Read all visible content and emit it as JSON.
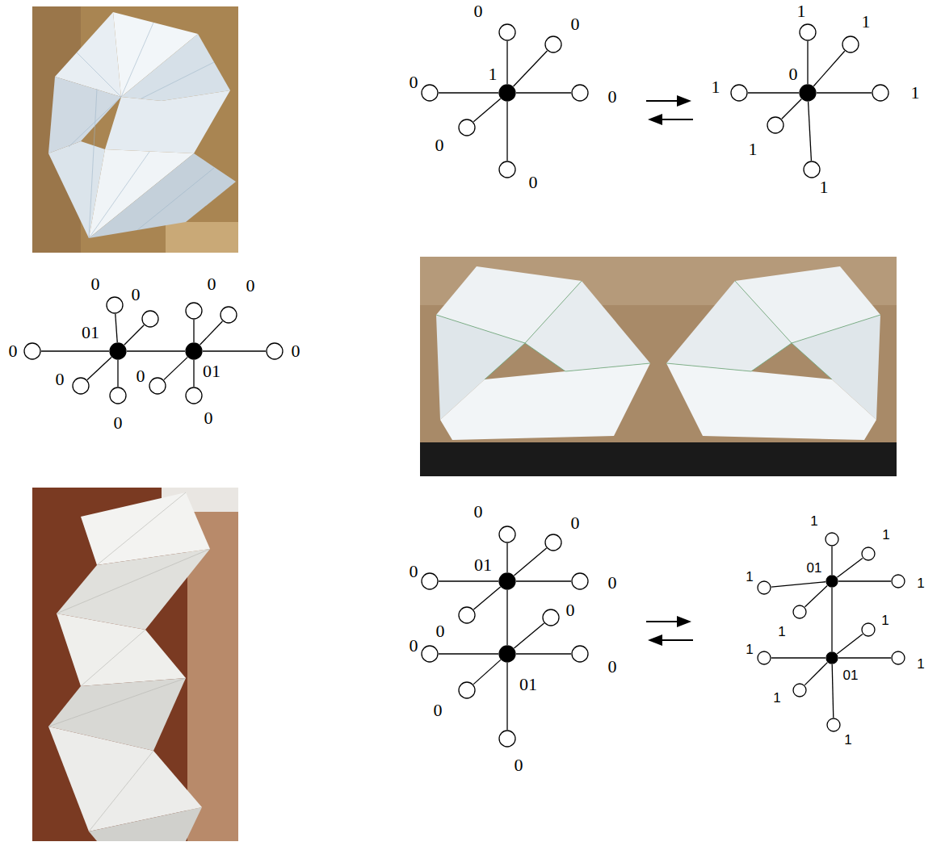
{
  "diagram": {
    "nodes": [
      {
        "text": [
          "1"
        ]
      },
      {
        "text": [
          "0"
        ]
      },
      {
        "text": [
          "0"
        ]
      },
      {
        "text": [
          "0"
        ]
      },
      {
        "text": [
          "0"
        ]
      },
      {
        "text": [
          "0"
        ]
      },
      {
        "text": [
          "0"
        ]
      },
      {
        "text": [
          "0"
        ]
      },
      {
        "text": [
          "1"
        ]
      },
      {
        "text": [
          "1"
        ]
      },
      {
        "text": [
          "1"
        ]
      },
      {
        "text": [
          "1"
        ]
      },
      {
        "text": [
          "1"
        ]
      },
      {
        "text": [
          "1"
        ]
      },
      {
        "text": [
          "01"
        ]
      },
      {
        "text": [
          "0"
        ]
      },
      {
        "text": [
          "0"
        ]
      },
      {
        "text": [
          "0"
        ]
      },
      {
        "text": [
          "0"
        ]
      },
      {
        "text": [
          "0"
        ]
      },
      {
        "text": [
          "01"
        ]
      },
      {
        "text": [
          "0"
        ]
      },
      {
        "text": [
          "0"
        ]
      },
      {
        "text": [
          "0"
        ]
      },
      {
        "text": [
          "0"
        ]
      },
      {
        "text": [
          "0"
        ]
      },
      {
        "text": [
          "01"
        ]
      },
      {
        "text": [
          "0"
        ]
      },
      {
        "text": [
          "0"
        ]
      },
      {
        "text": [
          "0"
        ]
      },
      {
        "text": [
          "0"
        ]
      },
      {
        "text": [
          "0"
        ]
      },
      {
        "text": [
          "01"
        ]
      },
      {
        "text": [
          "0"
        ]
      },
      {
        "text": [
          "0"
        ]
      },
      {
        "text": [
          "0"
        ]
      },
      {
        "text": [
          "0"
        ]
      },
      {
        "text": [
          "0"
        ]
      },
      {
        "text": [
          "01"
        ]
      },
      {
        "text": [
          "1"
        ]
      },
      {
        "text": [
          "1"
        ]
      },
      {
        "text": [
          "1"
        ]
      },
      {
        "text": [
          "1"
        ]
      },
      {
        "text": [
          "1"
        ]
      },
      {
        "text": [
          "01"
        ]
      },
      {
        "text": [
          "1"
        ]
      },
      {
        "text": [
          "1"
        ]
      },
      {
        "text": [
          "1"
        ]
      },
      {
        "text": [
          "1"
        ]
      },
      {
        "text": [
          "1"
        ]
      }
    ],
    "edges": [
      {
        "from": 0,
        "to": 1,
        "arrow": "none"
      },
      {
        "from": 0,
        "to": 2,
        "arrow": "none"
      },
      {
        "from": 0,
        "to": 3,
        "arrow": "none"
      },
      {
        "from": 0,
        "to": 4,
        "arrow": "none"
      },
      {
        "from": 0,
        "to": 5,
        "arrow": "none"
      },
      {
        "from": 0,
        "to": 6,
        "arrow": "none"
      },
      {
        "from": 7,
        "to": 8,
        "arrow": "none"
      },
      {
        "from": 7,
        "to": 9,
        "arrow": "none"
      },
      {
        "from": 7,
        "to": 10,
        "arrow": "none"
      },
      {
        "from": 7,
        "to": 11,
        "arrow": "none"
      },
      {
        "from": 7,
        "to": 12,
        "arrow": "none"
      },
      {
        "from": 7,
        "to": 13,
        "arrow": "none"
      },
      {
        "from": 14,
        "to": 15,
        "arrow": "none"
      },
      {
        "from": 14,
        "to": 16,
        "arrow": "none"
      },
      {
        "from": 14,
        "to": 17,
        "arrow": "none"
      },
      {
        "from": 14,
        "to": 18,
        "arrow": "none"
      },
      {
        "from": 14,
        "to": 19,
        "arrow": "none"
      },
      {
        "from": 14,
        "to": 20,
        "arrow": "none"
      },
      {
        "from": 20,
        "to": 21,
        "arrow": "none"
      },
      {
        "from": 20,
        "to": 22,
        "arrow": "none"
      },
      {
        "from": 20,
        "to": 23,
        "arrow": "none"
      },
      {
        "from": 20,
        "to": 24,
        "arrow": "none"
      },
      {
        "from": 20,
        "to": 25,
        "arrow": "none"
      },
      {
        "from": 26,
        "to": 27,
        "arrow": "none"
      },
      {
        "from": 26,
        "to": 28,
        "arrow": "none"
      },
      {
        "from": 26,
        "to": 29,
        "arrow": "none"
      },
      {
        "from": 26,
        "to": 30,
        "arrow": "none"
      },
      {
        "from": 26,
        "to": 31,
        "arrow": "none"
      },
      {
        "from": 26,
        "to": 32,
        "arrow": "none"
      },
      {
        "from": 32,
        "to": 33,
        "arrow": "none"
      },
      {
        "from": 32,
        "to": 34,
        "arrow": "none"
      },
      {
        "from": 32,
        "to": 35,
        "arrow": "none"
      },
      {
        "from": 32,
        "to": 36,
        "arrow": "none"
      },
      {
        "from": 32,
        "to": 37,
        "arrow": "none"
      },
      {
        "from": 38,
        "to": 39,
        "arrow": "none"
      },
      {
        "from": 38,
        "to": 40,
        "arrow": "none"
      },
      {
        "from": 38,
        "to": 41,
        "arrow": "none"
      },
      {
        "from": 38,
        "to": 42,
        "arrow": "none"
      },
      {
        "from": 38,
        "to": 43,
        "arrow": "none"
      },
      {
        "from": 38,
        "to": 44,
        "arrow": "none"
      },
      {
        "from": 44,
        "to": 45,
        "arrow": "none"
      },
      {
        "from": 44,
        "to": 46,
        "arrow": "none"
      },
      {
        "from": 44,
        "to": 47,
        "arrow": "none"
      },
      {
        "from": 44,
        "to": 48,
        "arrow": "none"
      },
      {
        "from": 44,
        "to": 49,
        "arrow": "none"
      }
    ]
  }
}
